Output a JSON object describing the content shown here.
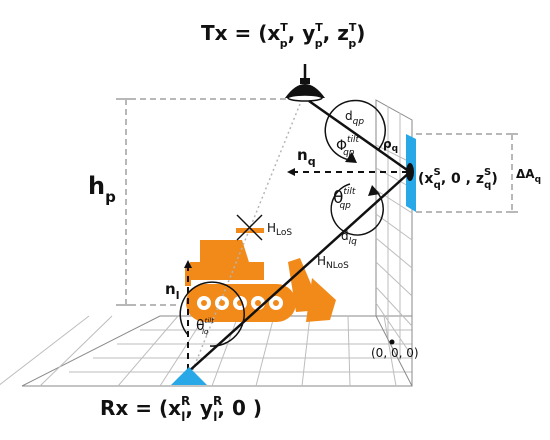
{
  "tx": {
    "prefix": "Tx = (x",
    "x_sup": "T",
    "x_sub": "p",
    "y": ", y",
    "y_sup": "T",
    "y_sub": "p",
    "z": ", z",
    "z_sup": "T",
    "z_sub": "p",
    "close": ")"
  },
  "rx": {
    "prefix": "Rx = (x",
    "x_sup": "R",
    "x_sub": "l",
    "y": ", y",
    "y_sup": "R",
    "y_sub": "l",
    "tail": ", 0 )"
  },
  "hp": {
    "main": "h",
    "sub": "p"
  },
  "nq": {
    "main": "n",
    "sub": "q"
  },
  "nl": {
    "main": "n",
    "sub": "l"
  },
  "dqp": {
    "main": "d",
    "sub": "qp"
  },
  "dlq": {
    "main": "d",
    "sub": "lq"
  },
  "phi": {
    "main": "Φ",
    "sup": "tilt",
    "sub": "qp"
  },
  "theta_qp": {
    "main": "θ",
    "sup": "tilt",
    "sub": "qp"
  },
  "theta_lq": {
    "main": "θ",
    "sup": "tilt",
    "sub": "lq"
  },
  "rho": {
    "main": "ρ",
    "sub": "q"
  },
  "hlos": {
    "main": "H",
    "sub": "LoS"
  },
  "hnlos": {
    "main": "H",
    "sub": "NLoS"
  },
  "surface_point": {
    "prefix": "(x",
    "x_sup": "S",
    "x_sub": "q",
    "mid": ", 0 , z",
    "z_sup": "S",
    "z_sub": "q",
    "close": ")"
  },
  "delta_a": {
    "main": "ΔA",
    "sub": "q"
  },
  "origin": "(0, 0, 0)",
  "colors": {
    "bulldozer": "#f28a1a",
    "surface": "#29a8e8",
    "receiver": "#29a8e8",
    "grid": "#bdbdbd",
    "dashed": "#b8b8b8"
  }
}
